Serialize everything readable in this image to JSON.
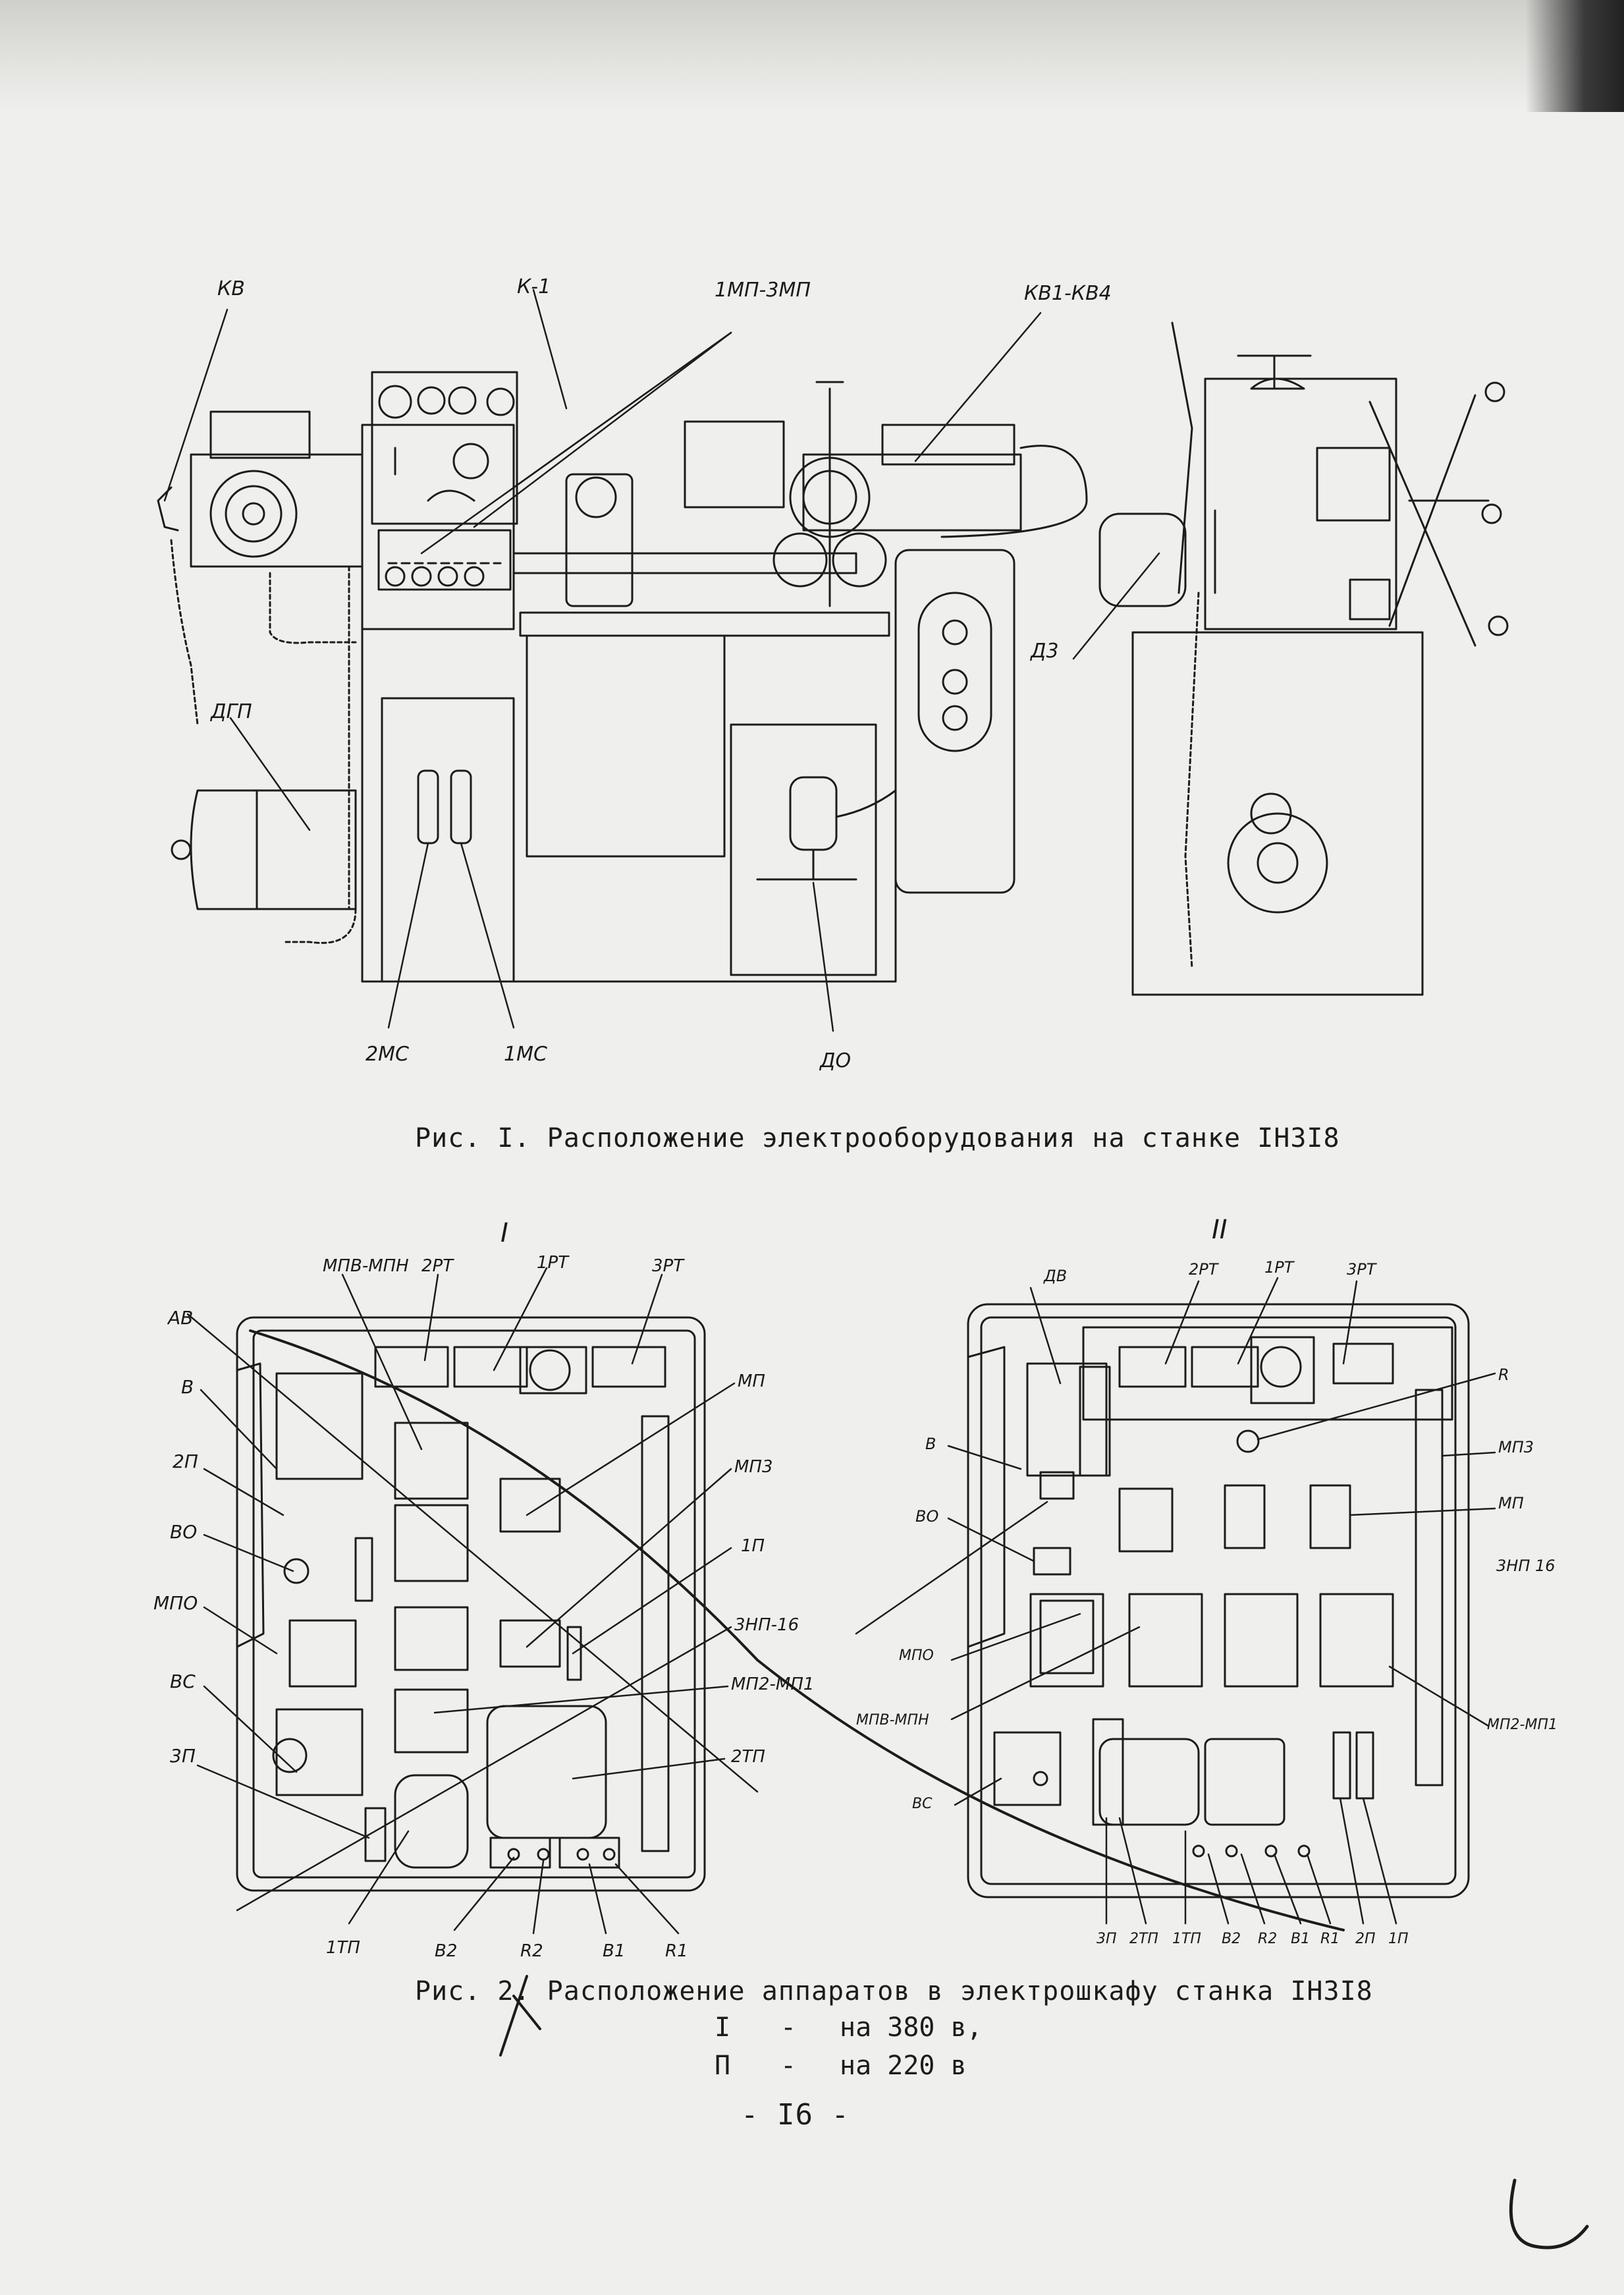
{
  "fig1": {
    "caption": "Рис. I. Расположение электрооборудования на станке IН3I8",
    "labels": {
      "kv": "КВ",
      "k1": "К-1",
      "mp13": "1МП-3МП",
      "kv14": "КВ1-КВ4",
      "dgp": "ДГП",
      "d3": "Д3",
      "ms2": "2МС",
      "ms1": "1МС",
      "do": "ДО"
    }
  },
  "fig2": {
    "caption": "Рис. 2. Расположение аппаратов в электрошкафу станка IН3I8",
    "legend": [
      {
        "num": "I",
        "dash": "-",
        "text": "на 380 в,"
      },
      {
        "num": "П",
        "dash": "-",
        "text": "на 220 в"
      }
    ],
    "panel1": {
      "title": "I",
      "labels": {
        "av": "АВ",
        "v": "В",
        "p2": "2П",
        "vo": "ВО",
        "mpo": "МПО",
        "vs": "ВС",
        "p3": "3П",
        "mpvmpn": "МПВ-МПН",
        "rt2": "2РТ",
        "rt1": "1РТ",
        "rt3": "3РТ",
        "mp": "МП",
        "mp3": "МП3",
        "p1": "1П",
        "np": "3НП-16",
        "mp21": "МП2-МП1",
        "tp2": "2ТП",
        "tp1": "1ТП",
        "b2": "В2",
        "r2": "R2",
        "b1": "В1",
        "r1": "R1"
      }
    },
    "panel2": {
      "title": "II",
      "labels": {
        "dv": "ДВ",
        "rt2": "2РТ",
        "rt1": "1РТ",
        "rt3": "3РТ",
        "r": "R",
        "mp3": "МП3",
        "mp": "МП",
        "np": "3НП 16",
        "mp21": "МП2-МП1",
        "v": "В",
        "vo": "ВО",
        "mpo": "МПО",
        "mpvmpn": "МПВ-МПН",
        "vs": "ВС",
        "p3": "3П",
        "tp2": "2ТП",
        "tp1": "1ТП",
        "b2": "В2",
        "r2": "R2",
        "b1": "В1",
        "r1": "R1",
        "p2": "2П",
        "p1": "1П"
      }
    }
  },
  "page_number": "- I6 -"
}
